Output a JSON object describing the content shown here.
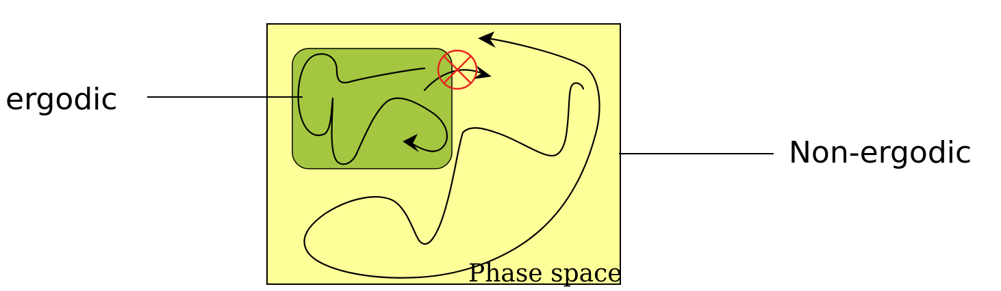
{
  "labels": {
    "ergodic": "ergodic",
    "non_ergodic": "Non-ergodic",
    "phase_space": "Phase space"
  },
  "colors": {
    "phase_space_fill": "#ffff99",
    "ergodic_region_fill": "#a4c641",
    "forbidden_marker": "#e8231e",
    "stroke": "#000000"
  },
  "icons": {
    "forbidden_marker": "circle-with-cross-icon",
    "arrowheads": "arrow-icon"
  }
}
